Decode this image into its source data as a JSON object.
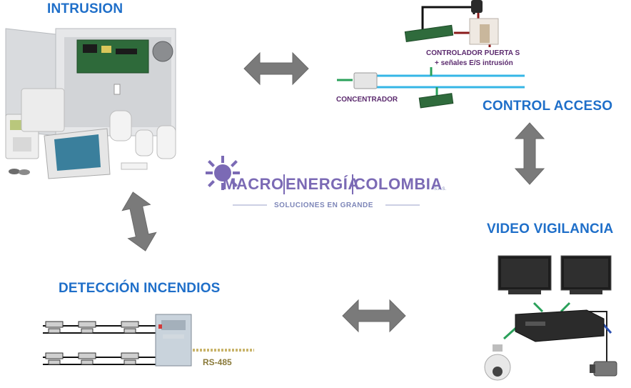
{
  "headings": {
    "intrusion": "INTRUSION",
    "access_control": "CONTROL ACCESO",
    "video": "VIDEO VIGILANCIA",
    "fire": "DETECCIÓN INCENDIOS"
  },
  "access_labels": {
    "controller_line1": "CONTROLADOR PUERTA S",
    "controller_line2": "+ señales E/S intrusión",
    "concentrator": "CONCENTRADOR"
  },
  "fire_labels": {
    "bus": "RS-485"
  },
  "logo": {
    "word1": "MACRO",
    "word2": "ENERGÍA",
    "word3": "COLOMBIA",
    "suffix": "S.A.S.",
    "tagline": "SOLUCIONES EN GRANDE"
  },
  "colors": {
    "heading": "#1f6fc9",
    "arrow": "#7a7a7a",
    "logo": "#7b6ab5",
    "bus_green": "#2aa05a",
    "bus_cyan": "#35b6e6"
  }
}
